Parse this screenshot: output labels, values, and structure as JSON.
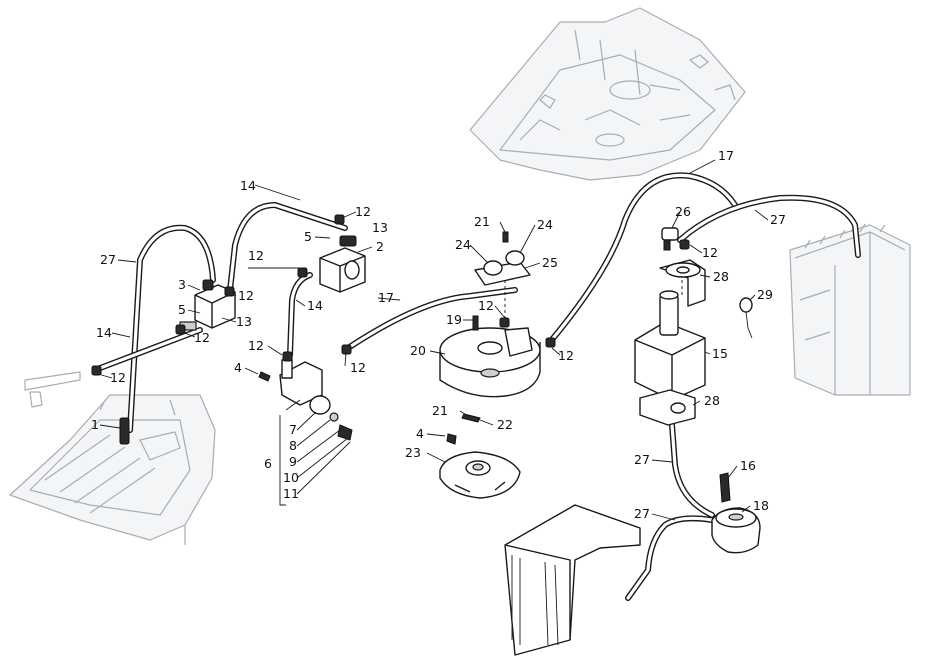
{
  "callouts": {
    "c1": "1",
    "c2": "2",
    "c3": "3",
    "c4a": "4",
    "c4b": "4",
    "c5a": "5",
    "c5b": "5",
    "c6": "6",
    "c7": "7",
    "c8": "8",
    "c9": "9",
    "c10": "10",
    "c11": "11",
    "c12a": "12",
    "c12b": "12",
    "c12c": "12",
    "c12d": "12",
    "c12e": "12",
    "c12f": "12",
    "c12g": "12",
    "c12h": "12",
    "c12i": "12",
    "c12j": "12",
    "c13a": "13",
    "c13b": "13",
    "c14a": "14",
    "c14b": "14",
    "c14c": "14",
    "c15": "15",
    "c16": "16",
    "c17a": "17",
    "c17b": "17",
    "c18": "18",
    "c19": "19",
    "c20": "20",
    "c21a": "21",
    "c21b": "21",
    "c22": "22",
    "c23": "23",
    "c24a": "24",
    "c24b": "24",
    "c25": "25",
    "c26": "26",
    "c27a": "27",
    "c27b": "27",
    "c27c": "27",
    "c27d": "27",
    "c28a": "28",
    "c28b": "28",
    "c29": "29"
  }
}
